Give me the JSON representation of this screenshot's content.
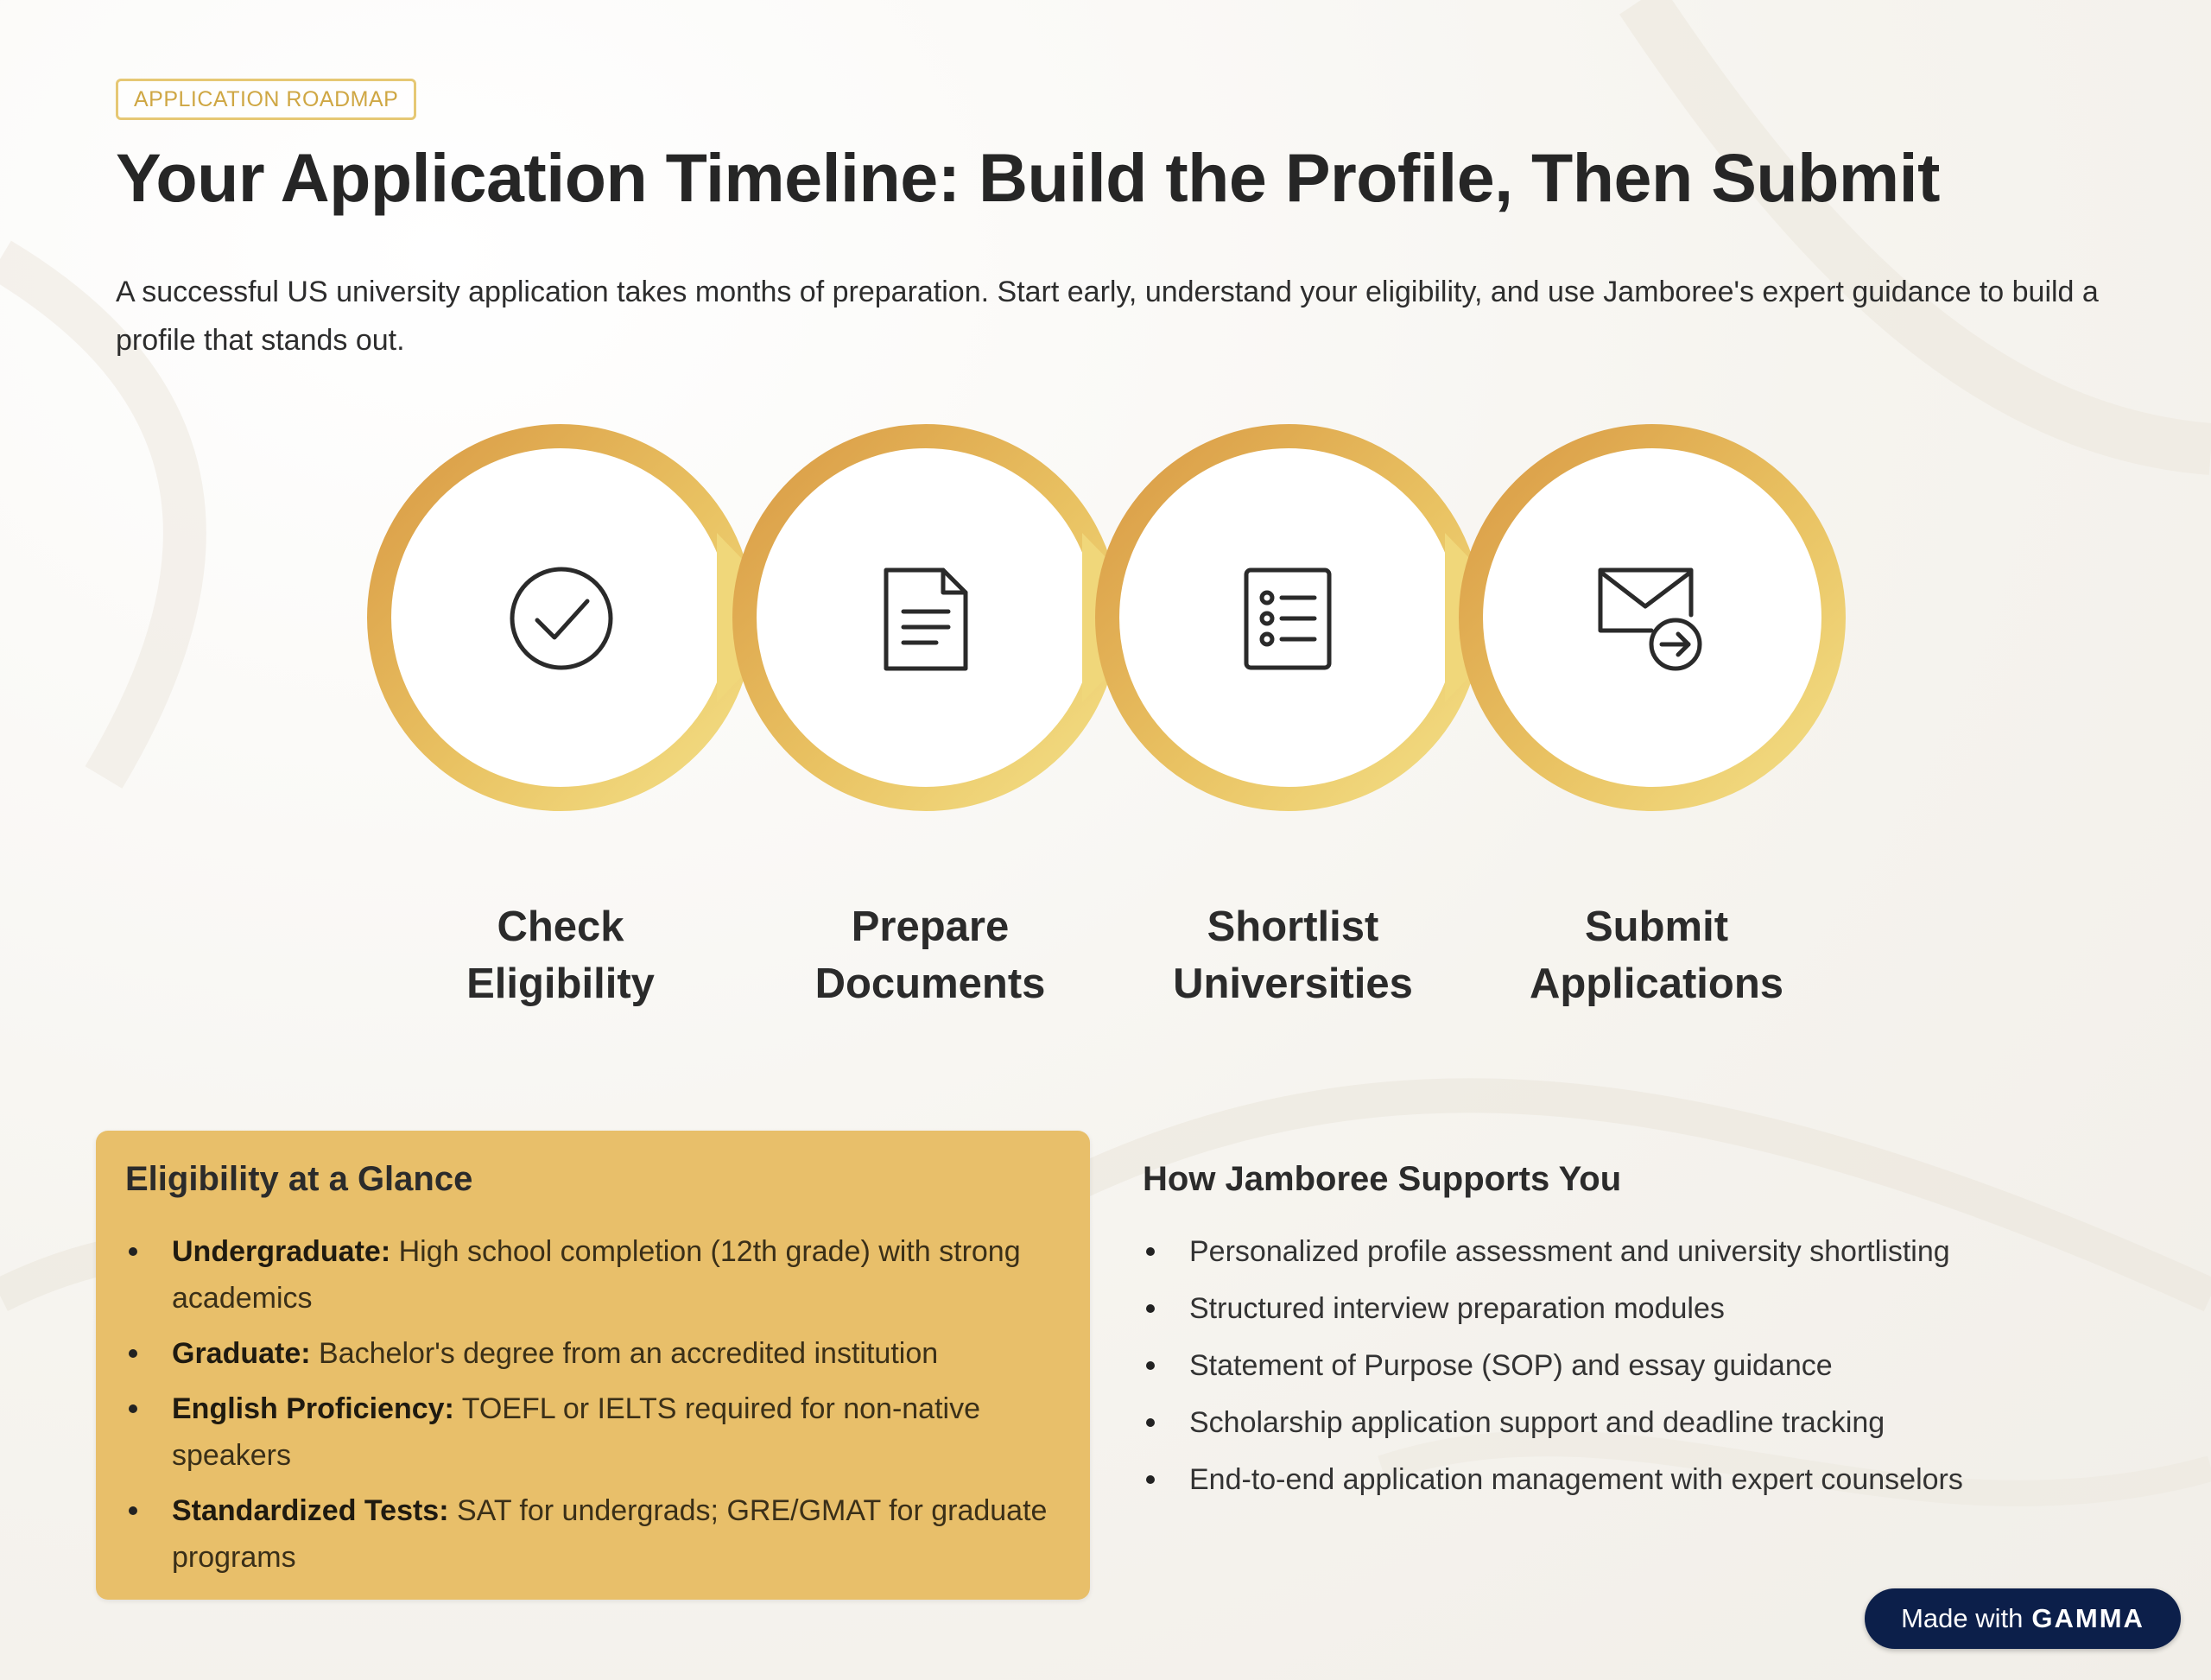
{
  "badge": "APPLICATION ROADMAP",
  "title": "Your Application Timeline: Build the Profile, Then Submit",
  "intro": "A successful US university application takes months of preparation. Start early, understand your eligibility, and use Jamboree's expert guidance to build a profile that stands out.",
  "steps": [
    {
      "label_line1": "Check",
      "label_line2": "Eligibility",
      "icon": "check-circle-icon"
    },
    {
      "label_line1": "Prepare",
      "label_line2": "Documents",
      "icon": "document-icon"
    },
    {
      "label_line1": "Shortlist",
      "label_line2": "Universities",
      "icon": "list-icon"
    },
    {
      "label_line1": "Submit",
      "label_line2": "Applications",
      "icon": "mail-send-icon"
    }
  ],
  "eligibility": {
    "heading": "Eligibility at a Glance",
    "items": [
      {
        "term": "Undergraduate:",
        "text": " High school completion (12th grade) with strong academics"
      },
      {
        "term": "Graduate:",
        "text": " Bachelor's degree from an accredited institution"
      },
      {
        "term": "English Proficiency:",
        "text": " TOEFL or IELTS required for non-native speakers"
      },
      {
        "term": "Standardized Tests:",
        "text": " SAT for undergrads; GRE/GMAT for graduate programs"
      }
    ]
  },
  "support": {
    "heading": "How Jamboree Supports You",
    "items": [
      "Personalized profile assessment and university shortlisting",
      "Structured interview preparation modules",
      "Statement of Purpose (SOP) and essay guidance",
      "Scholarship application support and deadline tracking",
      "End-to-end application management with expert counselors"
    ]
  },
  "made_with": {
    "prefix": "Made with",
    "brand": "GAMMA"
  },
  "colors": {
    "gold_dark": "#d99a45",
    "gold_light": "#f0d77a",
    "card": "#e8bf6a",
    "navy": "#0c1f4a"
  }
}
